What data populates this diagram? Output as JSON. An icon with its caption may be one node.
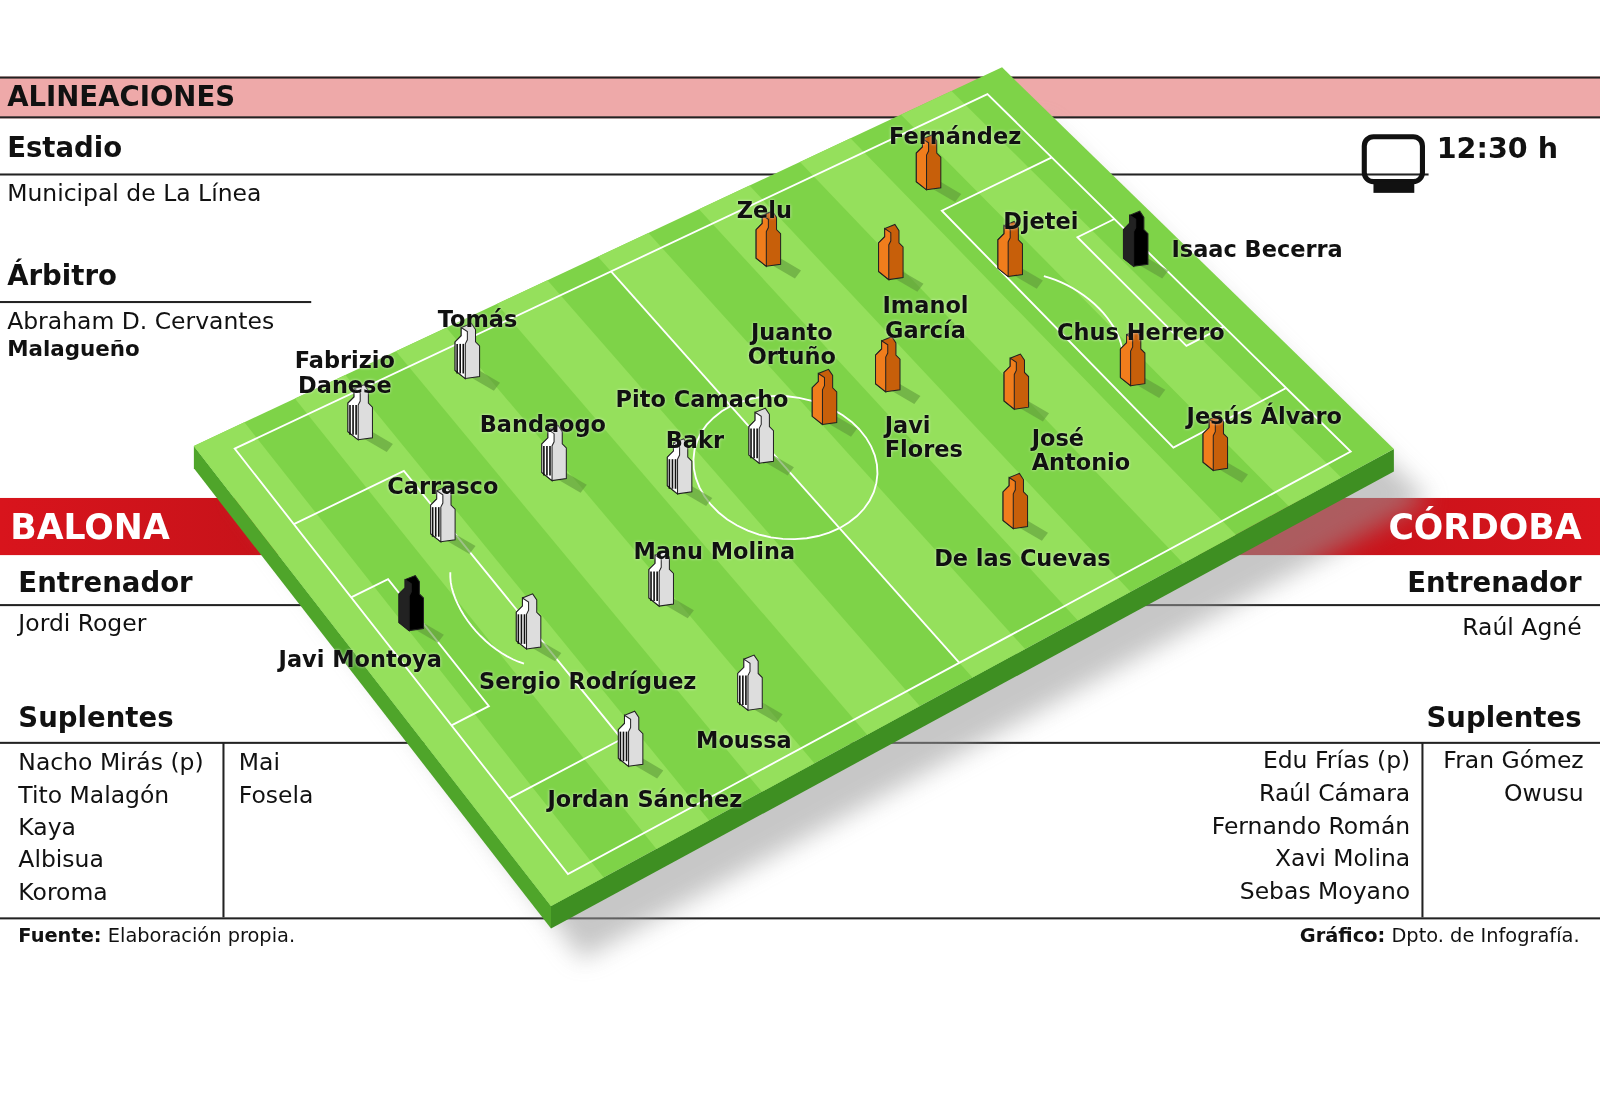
{
  "diagram": {
    "title": "ALINEACIONES",
    "labels": [
      "Estadio",
      "12:30 h",
      "Municipal de La Línea",
      "Árbitro",
      "Abraham D. Cervantes",
      "Malagueño",
      "Fernández",
      "Zelu",
      "Djetei",
      "Isaac Becerra",
      "Imanol García",
      "Juanto Ortuño",
      "Chus Herrero",
      "Tomás",
      "Fabrizio Danese",
      "Pito Camacho",
      "Bandaogo",
      "Bakr",
      "Javi Flores",
      "José Antonio",
      "Jesús Álvaro",
      "Carrasco",
      "BALONA",
      "CÓRDOBA",
      "Manu Molina",
      "De las Cuevas",
      "Entrenador",
      "Entrenador",
      "Jordi Roger",
      "Raúl Agné",
      "Javi Montoya",
      "Sergio Rodríguez",
      "Suplentes",
      "Suplentes",
      "Moussa",
      "Nacho Mirás (p)",
      "Mai",
      "Edu Frías (p)",
      "Fran Gómez",
      "Tito Malagón",
      "Fosela",
      "Raúl Cámara",
      "Owusu",
      "Jordan Sánchez",
      "Kaya",
      "Fernando Román",
      "Albisua",
      "Xavi Molina",
      "Koroma",
      "Sebas Moyano",
      "**Fuente:** Elaboración propia.",
      "**Gráfico:** Dpto. de Infografía."
    ]
  }
}
